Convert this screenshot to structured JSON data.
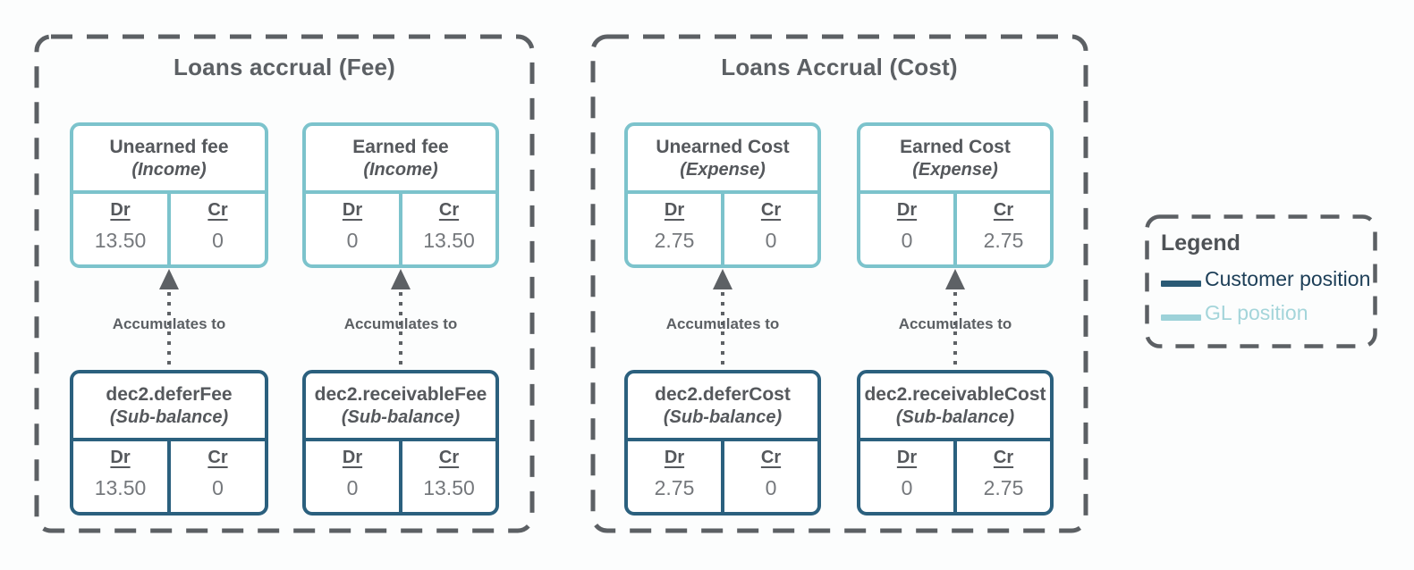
{
  "colors": {
    "gl_border": "#7cc3cc",
    "customer_border": "#2b607e",
    "dashed_border": "#5c6064",
    "title_text": "#5c6064",
    "header_text": "#55585c",
    "value_text": "#75787c",
    "legend_customer_swatch": "#2a5a75",
    "legend_customer_text": "#1c3e57",
    "legend_gl_swatch": "#9dd2d9",
    "legend_gl_text": "#a4d5da"
  },
  "groups": [
    {
      "title": "Loans accrual (Fee)",
      "flows": [
        {
          "arrow_label": "Accumulates to",
          "gl_account": {
            "name": "Unearned fee",
            "type": "(Income)",
            "dr_label": "Dr",
            "cr_label": "Cr",
            "dr_value": "13.50",
            "cr_value": "0"
          },
          "customer_account": {
            "name": "dec2.deferFee",
            "type": "(Sub-balance)",
            "dr_label": "Dr",
            "cr_label": "Cr",
            "dr_value": "13.50",
            "cr_value": "0"
          }
        },
        {
          "arrow_label": "Accumulates to",
          "gl_account": {
            "name": "Earned fee",
            "type": "(Income)",
            "dr_label": "Dr",
            "cr_label": "Cr",
            "dr_value": "0",
            "cr_value": "13.50"
          },
          "customer_account": {
            "name": "dec2.receivableFee",
            "type": "(Sub-balance)",
            "dr_label": "Dr",
            "cr_label": "Cr",
            "dr_value": "0",
            "cr_value": "13.50"
          }
        }
      ]
    },
    {
      "title": "Loans Accrual (Cost)",
      "flows": [
        {
          "arrow_label": "Accumulates to",
          "gl_account": {
            "name": "Unearned Cost",
            "type": "(Expense)",
            "dr_label": "Dr",
            "cr_label": "Cr",
            "dr_value": "2.75",
            "cr_value": "0"
          },
          "customer_account": {
            "name": "dec2.deferCost",
            "type": "(Sub-balance)",
            "dr_label": "Dr",
            "cr_label": "Cr",
            "dr_value": "2.75",
            "cr_value": "0"
          }
        },
        {
          "arrow_label": "Accumulates to",
          "gl_account": {
            "name": "Earned Cost",
            "type": "(Expense)",
            "dr_label": "Dr",
            "cr_label": "Cr",
            "dr_value": "0",
            "cr_value": "2.75"
          },
          "customer_account": {
            "name": "dec2.receivableCost",
            "type": "(Sub-balance)",
            "dr_label": "Dr",
            "cr_label": "Cr",
            "dr_value": "0",
            "cr_value": "2.75"
          }
        }
      ]
    }
  ],
  "legend": {
    "title": "Legend",
    "items": [
      {
        "label": "Customer position",
        "swatch_color": "#2a5a75",
        "text_color": "#1c3e57"
      },
      {
        "label": "GL position",
        "swatch_color": "#9dd2d9",
        "text_color": "#a4d5da"
      }
    ]
  }
}
